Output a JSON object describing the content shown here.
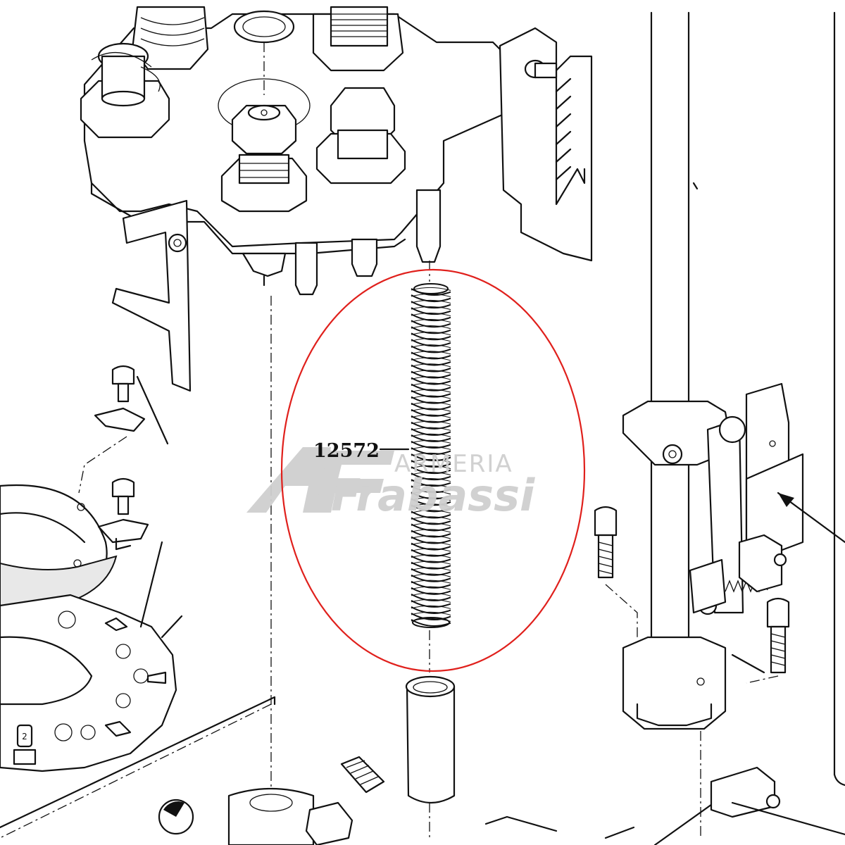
{
  "diagram": {
    "callouts": [
      {
        "part_number": "12572"
      }
    ],
    "highlight_color": "#e0201c",
    "watermark": {
      "line1": "ARMERIA",
      "line2": "Frabassi",
      "monogram": "AF",
      "color": "#cfcfcf"
    },
    "small_labels": {
      "station_number": "2"
    }
  }
}
